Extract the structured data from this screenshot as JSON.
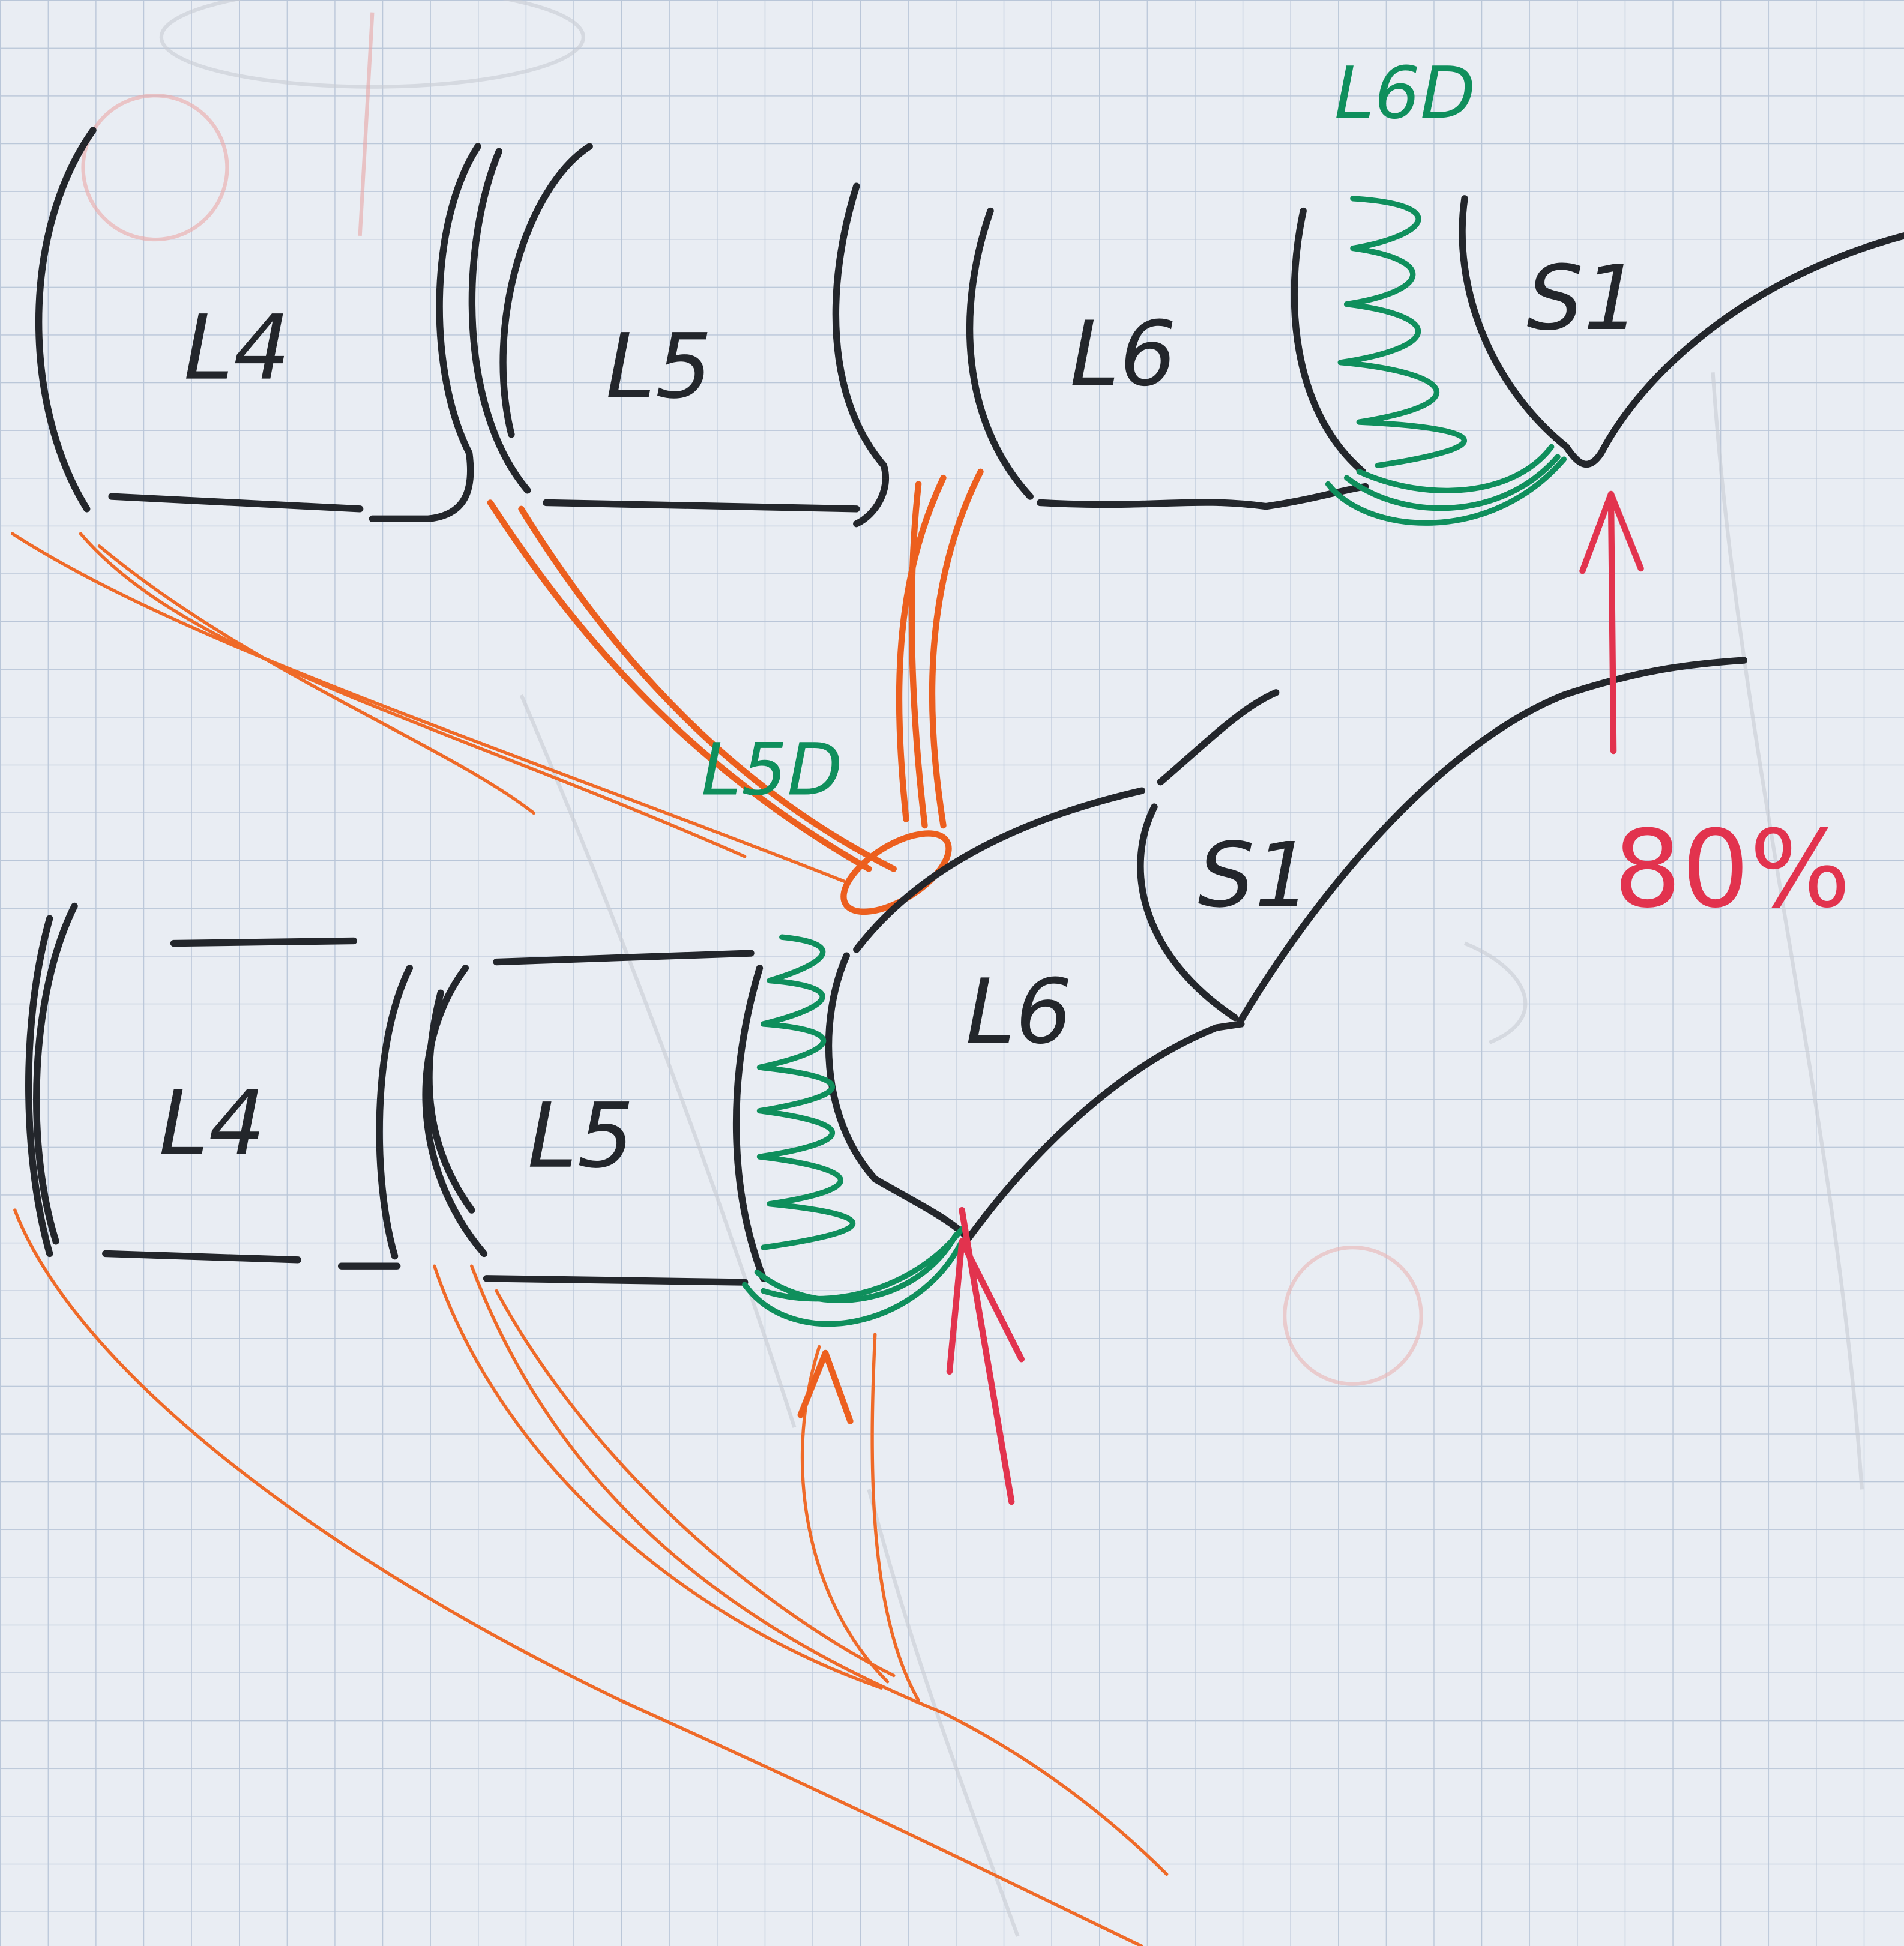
{
  "diagram": {
    "top_row": {
      "vertebra_1": "L4",
      "vertebra_2": "L5",
      "vertebra_3": "L6",
      "sacrum": "S1",
      "disc_label": "L6D"
    },
    "bottom_row": {
      "vertebra_1": "L4",
      "vertebra_2": "L5",
      "vertebra_3": "L6",
      "sacrum": "S1",
      "disc_label": "L5D"
    },
    "percentage_annotation": "80%",
    "colors": {
      "paper": "#e9edf3",
      "grid": "#b9c6d8",
      "black_ink": "#23262b",
      "orange_ink": "#ec5f1e",
      "green_ink": "#0f8f5c",
      "red_ink": "#e2334e"
    }
  }
}
